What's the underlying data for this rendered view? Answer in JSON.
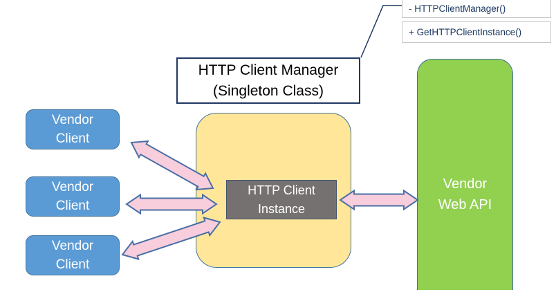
{
  "diagram": {
    "title_box": {
      "line1": "HTTP Client Manager",
      "line2": "(Singleton Class)"
    },
    "class_members": [
      {
        "label": "- HTTPClientManager()"
      },
      {
        "label": "+ GetHTTPClientInstance()"
      }
    ],
    "vendor_clients": [
      {
        "line1": "Vendor",
        "line2": "Client"
      },
      {
        "line1": "Vendor",
        "line2": "Client"
      },
      {
        "line1": "Vendor",
        "line2": "Client"
      }
    ],
    "instance_box": {
      "line1": "HTTP Client",
      "line2": "Instance"
    },
    "web_api_box": {
      "line1": "Vendor",
      "line2": "Web API"
    },
    "colors": {
      "vendor_client_fill": "#5B9BD5",
      "vendor_client_border": "#41719C",
      "singleton_container_fill": "#FFE699",
      "instance_fill": "#767171",
      "web_api_fill": "#92D050",
      "arrow_fill": "#F8CDDC",
      "arrow_stroke": "#4A6FA5",
      "title_border": "#1F3864",
      "uml_text": "#17365D"
    },
    "edges": [
      {
        "name": "arrow-client1-instance",
        "from": "vendor-client-1",
        "to": "http-client-instance",
        "style": "double-arrow"
      },
      {
        "name": "arrow-client2-instance",
        "from": "vendor-client-2",
        "to": "http-client-instance",
        "style": "double-arrow"
      },
      {
        "name": "arrow-client3-instance",
        "from": "vendor-client-3",
        "to": "http-client-instance",
        "style": "double-arrow"
      },
      {
        "name": "arrow-instance-webapi",
        "from": "http-client-instance",
        "to": "vendor-web-api",
        "style": "double-arrow"
      },
      {
        "name": "connector-manager-members",
        "from": "http-client-manager-box",
        "to": "class-members-table",
        "style": "line"
      }
    ]
  }
}
